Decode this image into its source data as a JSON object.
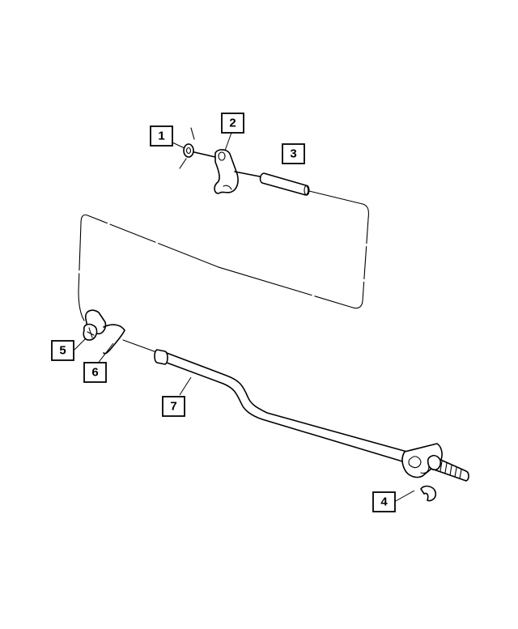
{
  "callouts": [
    {
      "id": "1",
      "label": "1"
    },
    {
      "id": "2",
      "label": "2"
    },
    {
      "id": "3",
      "label": "3"
    },
    {
      "id": "4",
      "label": "4"
    },
    {
      "id": "5",
      "label": "5"
    },
    {
      "id": "6",
      "label": "6"
    },
    {
      "id": "7",
      "label": "7"
    }
  ],
  "colors": {
    "ink": "#000000",
    "background": "#ffffff"
  }
}
